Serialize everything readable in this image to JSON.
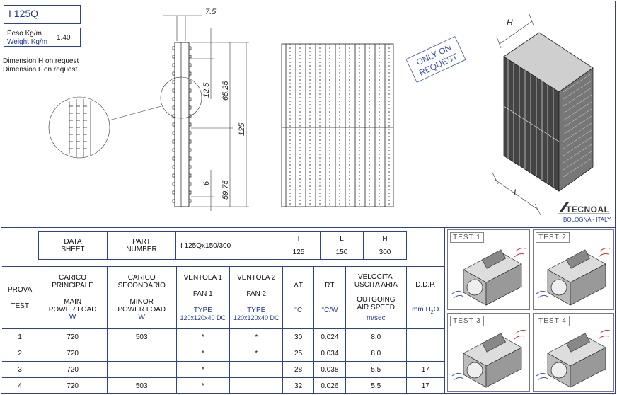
{
  "header": {
    "code": "I 125Q",
    "weight_it": "Peso Kg/m",
    "weight_en": "Weight Kg/m",
    "weight_value": "1.40",
    "note_h": "Dimension H  on request",
    "note_l": "Dimension L  on request"
  },
  "drawing": {
    "dim_top": "7.5",
    "dim_a": "12.5",
    "dim_b": "65.25",
    "dim_total": "125",
    "dim_c": "6",
    "dim_d": "59.75",
    "stamp_line1": "ONLY ON",
    "stamp_line2": "REQUEST",
    "iso_h": "H",
    "iso_l": "L"
  },
  "brand": {
    "name": "TECNOAL",
    "city": "BOLOGNA - ITALY"
  },
  "part_table": {
    "data_sheet_1": "DATA",
    "data_sheet_2": "SHEET",
    "part_number_1": "PART",
    "part_number_2": "NUMBER",
    "part_value": "I 125Qx150/300",
    "col_i": "I",
    "col_l": "L",
    "col_h": "H",
    "val_i": "125",
    "val_l": "150",
    "val_h": "300"
  },
  "test_table": {
    "headers": {
      "prova": "PROVA",
      "test": "TEST",
      "carico_p1": "CARICO",
      "carico_p2": "PRINCIPALE",
      "main1": "MAIN",
      "main2": "POWER LOAD",
      "unit_w1": "W",
      "carico_s1": "CARICO",
      "carico_s2": "SECONDARIO",
      "minor1": "MINOR",
      "minor2": "POWER LOAD",
      "unit_w2": "W",
      "vent1": "VENTOLA 1",
      "fan1": "FAN 1",
      "type1": "TYPE",
      "type1_val": "120x120x40 DC",
      "vent2": "VENTOLA 2",
      "fan2": "FAN 2",
      "type2": "TYPE",
      "type2_val": "120x120x40 DC",
      "dt": "ΔT",
      "unit_c": "°C",
      "rt": "RT",
      "unit_cw": "°C/W",
      "vel1": "VELOCITA'",
      "vel2": "USCITA  ARIA",
      "out1": "OUTGOING",
      "out2": "AIR SPEED",
      "unit_ms": "m/sec",
      "ddp": "D.D.P.",
      "unit_mm": "mm H",
      "unit_sub": "2",
      "unit_o": "O"
    },
    "rows": [
      {
        "test": "1",
        "main": "720",
        "minor": "503",
        "fan1": "*",
        "fan2": "*",
        "dt": "30",
        "rt": "0.024",
        "speed": "8.0",
        "ddp": ""
      },
      {
        "test": "2",
        "main": "720",
        "minor": "",
        "fan1": "*",
        "fan2": "*",
        "dt": "25",
        "rt": "0.034",
        "speed": "8.0",
        "ddp": ""
      },
      {
        "test": "3",
        "main": "720",
        "minor": "",
        "fan1": "*",
        "fan2": "",
        "dt": "28",
        "rt": "0.038",
        "speed": "5.5",
        "ddp": "17"
      },
      {
        "test": "4",
        "main": "720",
        "minor": "503",
        "fan1": "*",
        "fan2": "",
        "dt": "32",
        "rt": "0.026",
        "speed": "5.5",
        "ddp": "17"
      }
    ]
  },
  "tests": {
    "t1": "TEST  1",
    "t2": "TEST  2",
    "t3": "TEST  3",
    "t4": "TEST  4"
  }
}
